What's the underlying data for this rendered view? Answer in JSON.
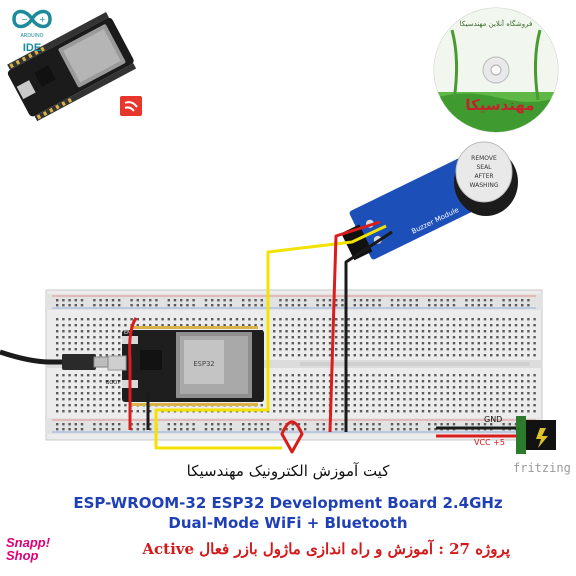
{
  "logos": {
    "ide_small_text": "ARDUINO",
    "ide_text": "IDE"
  },
  "cd": {
    "ring_text": "فروشگاه آنلاین مهندسیکا",
    "center_text": "مهندسیکا"
  },
  "buzzer": {
    "sticker_lines": [
      "REMOVE",
      "SEAL",
      "AFTER",
      "WASHING"
    ],
    "board_text": "Buzzer Module"
  },
  "power": {
    "gnd_label": "GND",
    "vcc_label": "VCC +5"
  },
  "esp": {
    "chip_text": "ESP32",
    "en_label": "EN",
    "boot_label": "BOOT"
  },
  "footer": {
    "title_fa": "کیت آموزش الکترونیک مهندسیکا",
    "title_en_line1": "ESP-WROOM-32 ESP32  Development Board 2.4GHz",
    "title_en_line2": "Dual-Mode WiFi + Bluetooth",
    "project_line": "پروژه 27 : آموزش و راه اندازی ماژول بازر فعال  Active",
    "fritzing": "fritzing",
    "snapp_line1": "Snapp!",
    "snapp_line2": "Shop"
  },
  "colors": {
    "wire_yellow": "#f2e200",
    "wire_red": "#d91c1c",
    "wire_black": "#1a1a1a",
    "buzzer_board": "#1d4fb8",
    "espressif_red": "#e8362d",
    "breadboard": "#ececec"
  }
}
